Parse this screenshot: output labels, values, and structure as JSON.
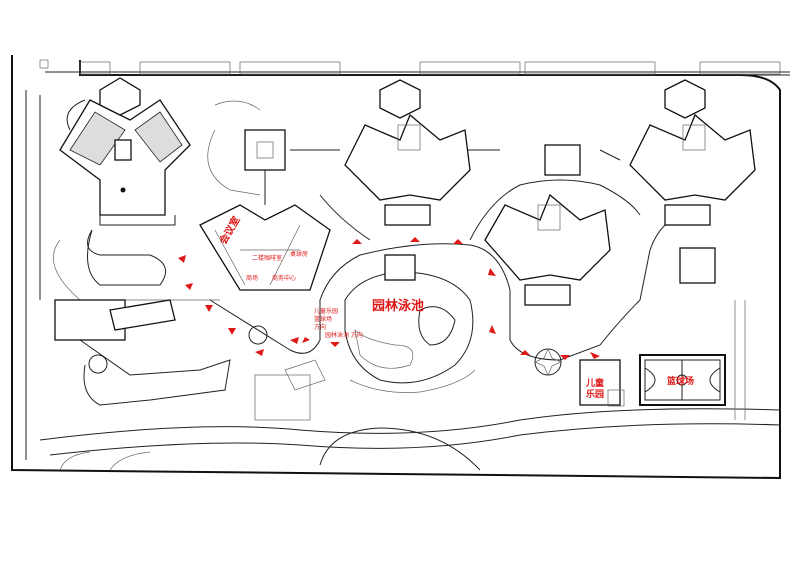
{
  "labels": {
    "meeting_room": "会议室",
    "cafe": "二楼咖啡室",
    "billiards": "桌球房",
    "shop": "商场",
    "business_center": "商务中心",
    "pool": "园林泳池",
    "direction_kids_court": [
      "儿童乐园",
      "篮球场",
      "方向"
    ],
    "direction_pool": "园林泳池  方向",
    "kids_park": [
      "儿童",
      "乐园"
    ],
    "basketball": "篮球场"
  },
  "colors": {
    "annotation": "#e01818",
    "line": "#222222"
  }
}
